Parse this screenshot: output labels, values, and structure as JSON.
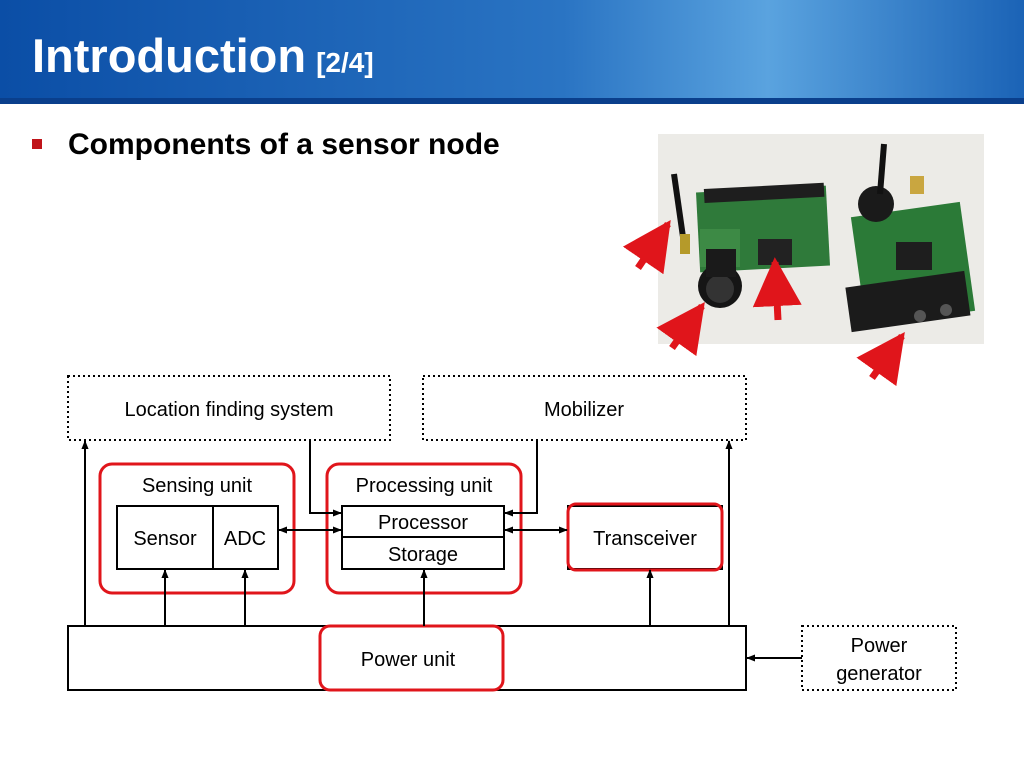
{
  "slide": {
    "title": "Introduction",
    "title_suffix": "[2/4]",
    "bullet": "Components of a sensor node"
  },
  "diagram": {
    "location_finding": "Location finding system",
    "mobilizer": "Mobilizer",
    "sensing_unit": "Sensing unit",
    "sensor": "Sensor",
    "adc": "ADC",
    "processing_unit": "Processing unit",
    "processor": "Processor",
    "storage": "Storage",
    "transceiver": "Transceiver",
    "power_unit": "Power unit",
    "power_generator_line1": "Power",
    "power_generator_line2": "generator"
  },
  "colors": {
    "header_blue": "#1f5fb0",
    "highlight_red": "#e0151b",
    "bullet_red": "#c0141a"
  }
}
